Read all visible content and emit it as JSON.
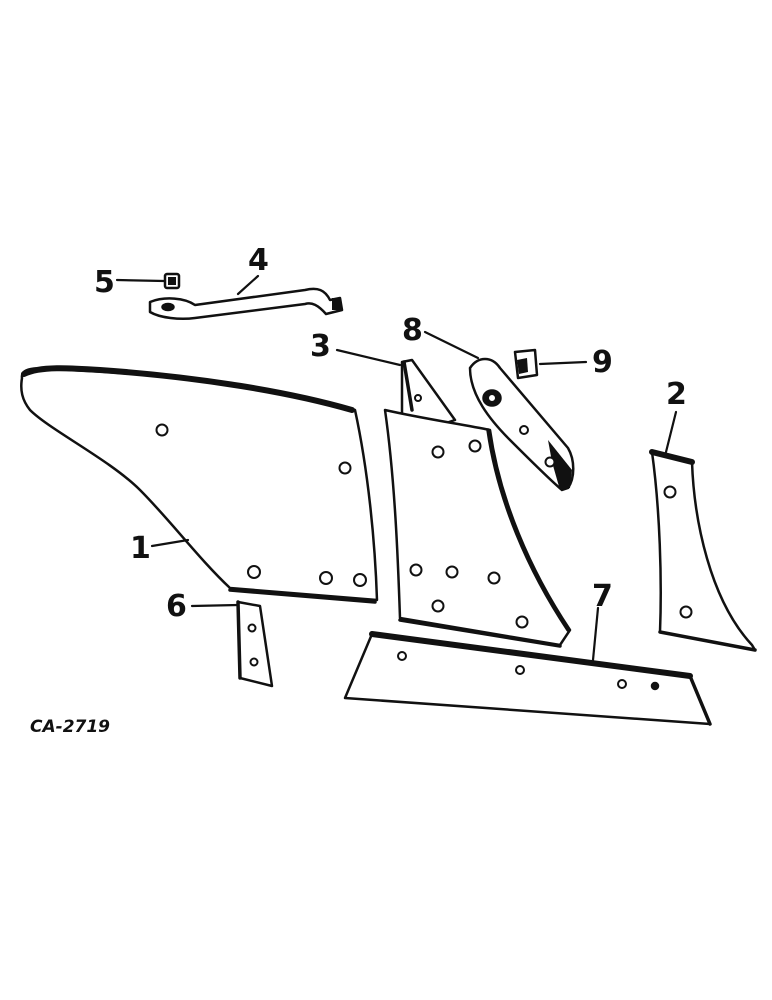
{
  "figure_code": "CA-2719",
  "callouts": [
    {
      "id": "1",
      "label": "1"
    },
    {
      "id": "2",
      "label": "2"
    },
    {
      "id": "3",
      "label": "3"
    },
    {
      "id": "4",
      "label": "4"
    },
    {
      "id": "5",
      "label": "5"
    },
    {
      "id": "6",
      "label": "6"
    },
    {
      "id": "7",
      "label": "7"
    },
    {
      "id": "8",
      "label": "8"
    },
    {
      "id": "9",
      "label": "9"
    }
  ]
}
